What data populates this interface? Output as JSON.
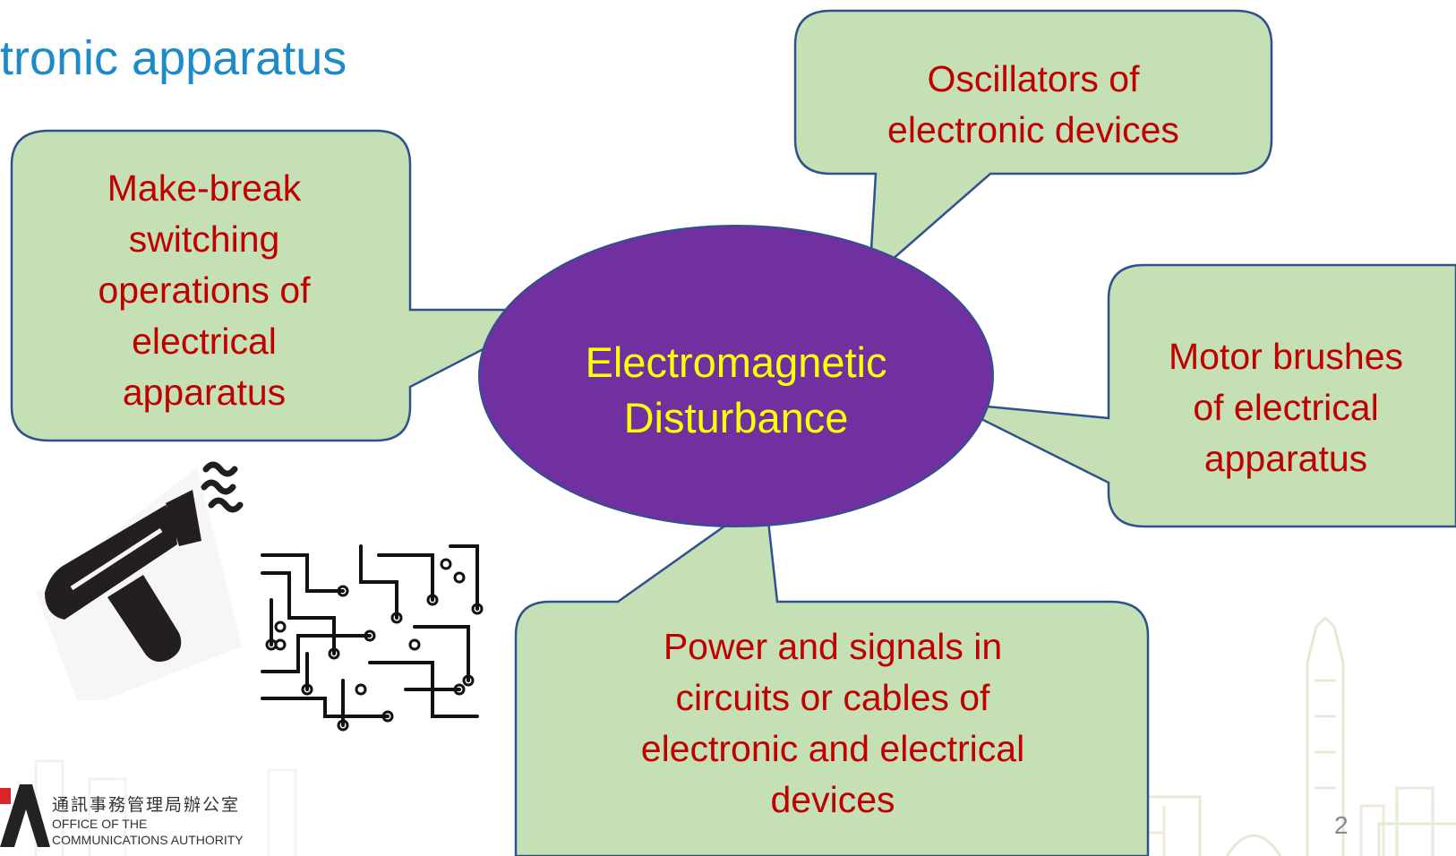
{
  "slide": {
    "title": "tronic apparatus",
    "page_number": "2"
  },
  "center": {
    "line1": "Electromagnetic",
    "line2": "Disturbance"
  },
  "callouts": {
    "make_break": [
      "Make-break",
      "switching",
      "operations of",
      "electrical",
      "apparatus"
    ],
    "oscillators": [
      "Oscillators of",
      "electronic devices"
    ],
    "motor": [
      "Motor brushes",
      "of electrical",
      "apparatus"
    ],
    "power": [
      "Power and signals in",
      "circuits or cables of",
      "electronic and electrical",
      "devices"
    ]
  },
  "logo": {
    "chinese": "通訊事務管理局辦公室",
    "english_line1": "OFFICE OF THE",
    "english_line2": "COMMUNICATIONS AUTHORITY"
  },
  "colors": {
    "title": "#1f8ac8",
    "callout_fill": "#c5e0b4",
    "callout_border": "#2f528f",
    "callout_text": "#c00000",
    "ellipse_fill": "#7030a0",
    "center_text": "#ffff00"
  },
  "icons": {
    "hair_dryer": "hair-dryer-icon",
    "circuit_board": "circuit-board-icon",
    "skyline": "city-skyline-decoration"
  }
}
